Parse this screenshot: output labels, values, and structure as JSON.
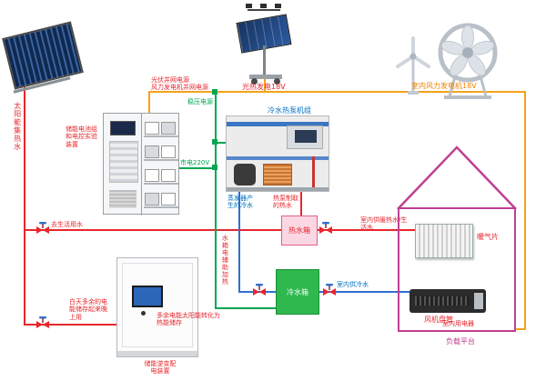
{
  "labels": {
    "pv_grid_power": "光伏并网电源",
    "wind_grid_power": "风力发电机并网电源",
    "voltage_regulator": "稳压电源",
    "pv_generation": "光热发电18V",
    "indoor_wind_generator": "室内风力发电机18V",
    "heat_pump_unit": "冷水热泵机组",
    "mains_power": "市电220V",
    "solar_hot_water": "太阳能集热水",
    "battery_cabinet": "储能电池组和电控实验装置",
    "evaporator_cold_water": "蒸发器产生的冷水",
    "heat_pump_hot_water": "热泵制取的热水",
    "hot_water_tank": "热水箱",
    "cold_water_tank": "冷水箱",
    "to_domestic_water": "去生活用水",
    "indoor_heating_water": "室内供暖热水/生活水",
    "indoor_cold_water": "室内供冷水",
    "indoor_appliances": "室内用电器",
    "radiator": "暖气片",
    "fan_coil": "风机盘管",
    "load_platform": "负载平台",
    "daytime_storage": "白天多余的电能储存起来晚上用",
    "inverter_cabinet": "储能逆变配电装置",
    "surplus_to_heat": "多余电能太阳能转化为热能储存",
    "tank_electric_heater": "水箱电辅助加热"
  },
  "colors": {
    "hot_water_pipe": "#e8262d",
    "cold_water_pipe": "#2f6fd0",
    "grid_power_line": "#f5a21b",
    "electric_line": "#00a651",
    "house_outline": "#bf3f92"
  }
}
